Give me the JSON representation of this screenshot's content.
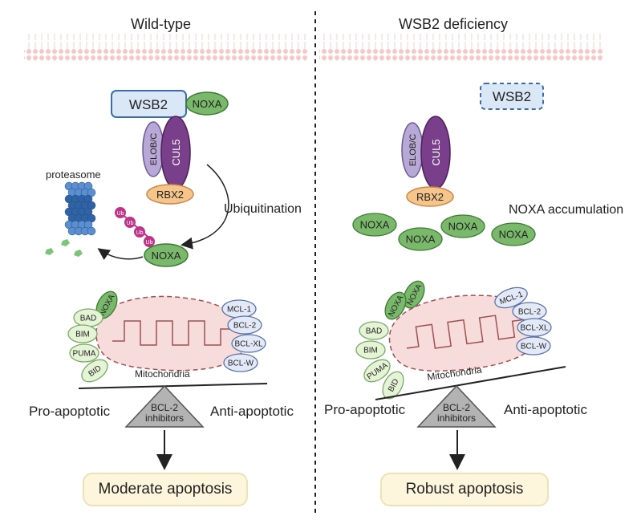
{
  "left": {
    "title": "Wild-type",
    "complex": {
      "wsb2": "WSB2",
      "noxa": "NOXA",
      "elob": "ELOB/C",
      "cul5": "CUL5",
      "rbx2": "RBX2"
    },
    "ubiquitination": "Ubiquitination",
    "proteasome": "proteasome",
    "ub": "Ub",
    "noxa_free": "NOXA",
    "pro": [
      "NOXA",
      "BAD",
      "BIM",
      "PUMA",
      "BID"
    ],
    "anti": [
      "MCL-1",
      "BCL-2",
      "BCL-XL",
      "BCL-W"
    ],
    "mito": "Mitochondria",
    "pro_label": "Pro-apoptotic",
    "anti_label": "Anti-apoptotic",
    "inhibitor": [
      "BCL-2",
      "inhibitors"
    ],
    "outcome": "Moderate apoptosis"
  },
  "right": {
    "title": "WSB2 deficiency",
    "wsb2": "WSB2",
    "complex": {
      "elob": "ELOB/C",
      "cul5": "CUL5",
      "rbx2": "RBX2"
    },
    "accumulation": "NOXA accumulation",
    "noxa": [
      "NOXA",
      "NOXA",
      "NOXA",
      "NOXA"
    ],
    "pro": [
      "NOXA",
      "NOXA",
      "BAD",
      "BIM",
      "PUMA",
      "BID"
    ],
    "anti": [
      "MCL-1",
      "BCL-2",
      "BCL-XL",
      "BCL-W"
    ],
    "mito": "Mitochondria",
    "pro_label": "Pro-apoptotic",
    "anti_label": "Anti-apoptotic",
    "inhibitor": [
      "BCL-2",
      "inhibitors"
    ],
    "outcome": "Robust apoptosis"
  },
  "colors": {
    "noxa": "#7ab96b",
    "pro": "#e6f4d6",
    "anti": "#e3e9f7",
    "wsb2": "#d9e7f7",
    "cul5": "#7a3f8a",
    "elob": "#b8a8d6",
    "rbx2": "#f6c58b",
    "ub": "#c0338a",
    "mito": "#f7dcdc",
    "membrane": "#f5c7c7",
    "proteasome": "#3d74b6"
  }
}
